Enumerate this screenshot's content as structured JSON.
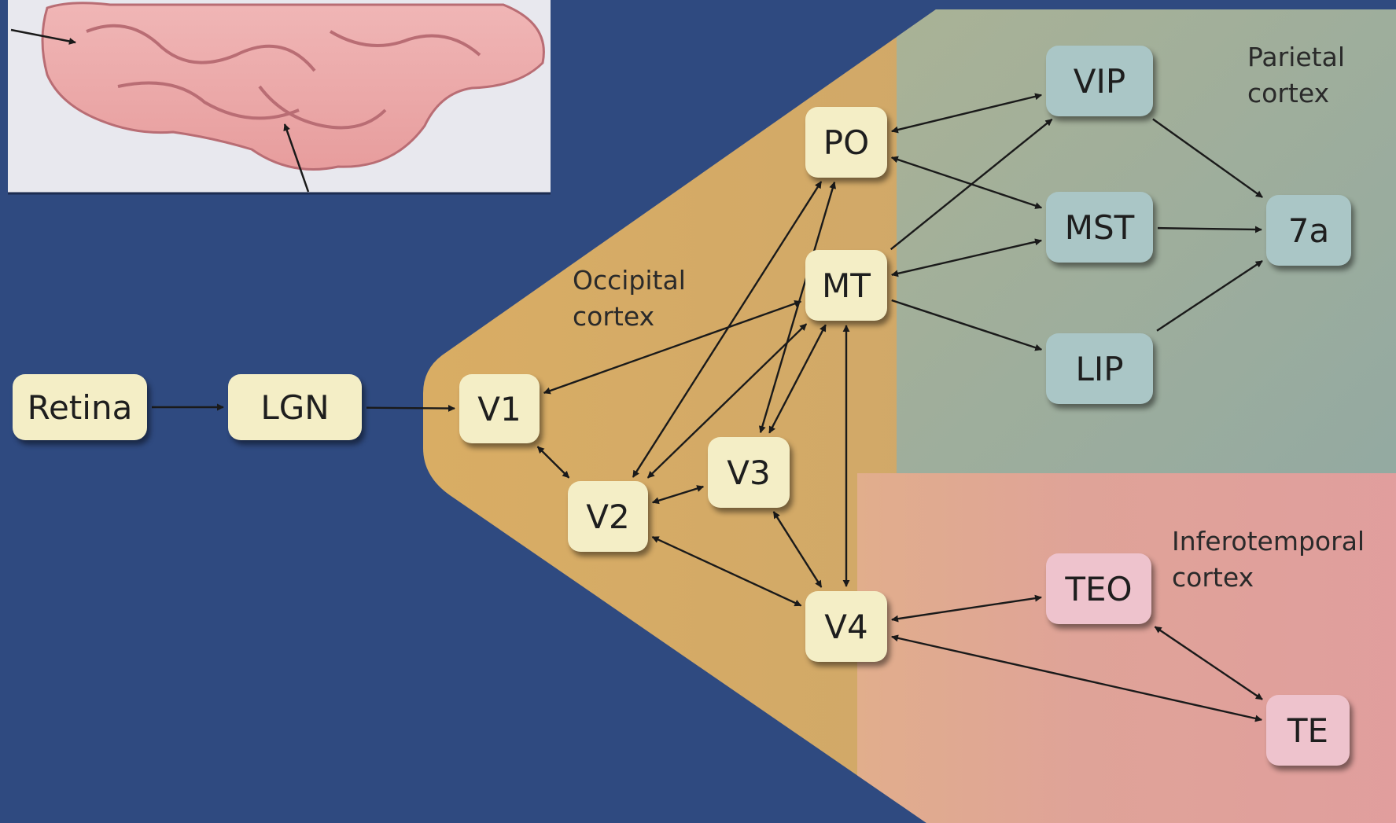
{
  "colors": {
    "background": "#2f4a80",
    "occipital": "#d9ad64",
    "parietal": "#97aea7",
    "inferotemporal": "#e0a39a",
    "node_cream": "#f4eec6",
    "node_parietal": "#aac6c6",
    "node_it": "#eec3cd"
  },
  "regions": {
    "parietal": {
      "line1": "Parietal",
      "line2": "cortex"
    },
    "occipital": {
      "line1": "Occipital",
      "line2": "cortex"
    },
    "inferotemporal": {
      "line1": "Inferotemporal",
      "line2": "cortex"
    }
  },
  "nodes": {
    "retina": "Retina",
    "lgn": "LGN",
    "v1": "V1",
    "v2": "V2",
    "v3": "V3",
    "v4": "V4",
    "mt": "MT",
    "po": "PO",
    "vip": "VIP",
    "mst": "MST",
    "lip": "LIP",
    "a7": "7a",
    "teo": "TEO",
    "te": "TE"
  },
  "connections": [
    {
      "from": "retina",
      "to": "lgn",
      "bidirectional": false
    },
    {
      "from": "lgn",
      "to": "v1",
      "bidirectional": false
    },
    {
      "from": "v1",
      "to": "v2",
      "bidirectional": true
    },
    {
      "from": "v1",
      "to": "mt",
      "bidirectional": true
    },
    {
      "from": "v2",
      "to": "v3",
      "bidirectional": true
    },
    {
      "from": "v2",
      "to": "v4",
      "bidirectional": true
    },
    {
      "from": "v2",
      "to": "mt",
      "bidirectional": true
    },
    {
      "from": "v2",
      "to": "po",
      "bidirectional": true
    },
    {
      "from": "v3",
      "to": "po",
      "bidirectional": true
    },
    {
      "from": "v3",
      "to": "mt",
      "bidirectional": true
    },
    {
      "from": "v3",
      "to": "v4",
      "bidirectional": true
    },
    {
      "from": "mt",
      "to": "v4",
      "bidirectional": true
    },
    {
      "from": "po",
      "to": "vip",
      "bidirectional": true
    },
    {
      "from": "po",
      "to": "mst",
      "bidirectional": true
    },
    {
      "from": "mt",
      "to": "vip",
      "bidirectional": false
    },
    {
      "from": "mt",
      "to": "mst",
      "bidirectional": true
    },
    {
      "from": "mt",
      "to": "lip",
      "bidirectional": false
    },
    {
      "from": "vip",
      "to": "a7",
      "bidirectional": false
    },
    {
      "from": "mst",
      "to": "a7",
      "bidirectional": false
    },
    {
      "from": "lip",
      "to": "a7",
      "bidirectional": false
    },
    {
      "from": "v4",
      "to": "teo",
      "bidirectional": true
    },
    {
      "from": "v4",
      "to": "te",
      "bidirectional": true
    },
    {
      "from": "teo",
      "to": "te",
      "bidirectional": true
    }
  ]
}
